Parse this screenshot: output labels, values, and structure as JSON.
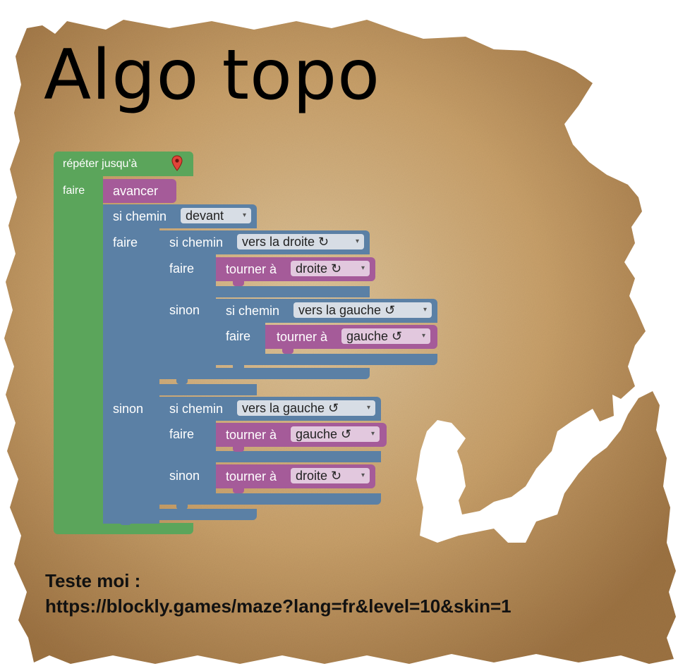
{
  "title": "Algo topo",
  "blocks": {
    "repeat_label": "répéter jusqu'à",
    "do_label": "faire",
    "forward": "avancer",
    "if_path": "si chemin",
    "else_label": "sinon",
    "turn": "tourner à",
    "dir_ahead": "devant",
    "dir_right": "vers la droite ↻",
    "dir_left": "vers la gauche ↺",
    "turn_right": "droite ↻",
    "turn_left": "gauche ↺",
    "dropdown_arrow": "▾"
  },
  "footer": {
    "line1": "Teste moi :",
    "line2": "https://blockly.games/maze?lang=fr&level=10&skin=1"
  },
  "colors": {
    "parchment": "#c49a62",
    "loop_block": "#5ba55b",
    "logic_block": "#5b80a5",
    "action_block": "#a55b99"
  }
}
